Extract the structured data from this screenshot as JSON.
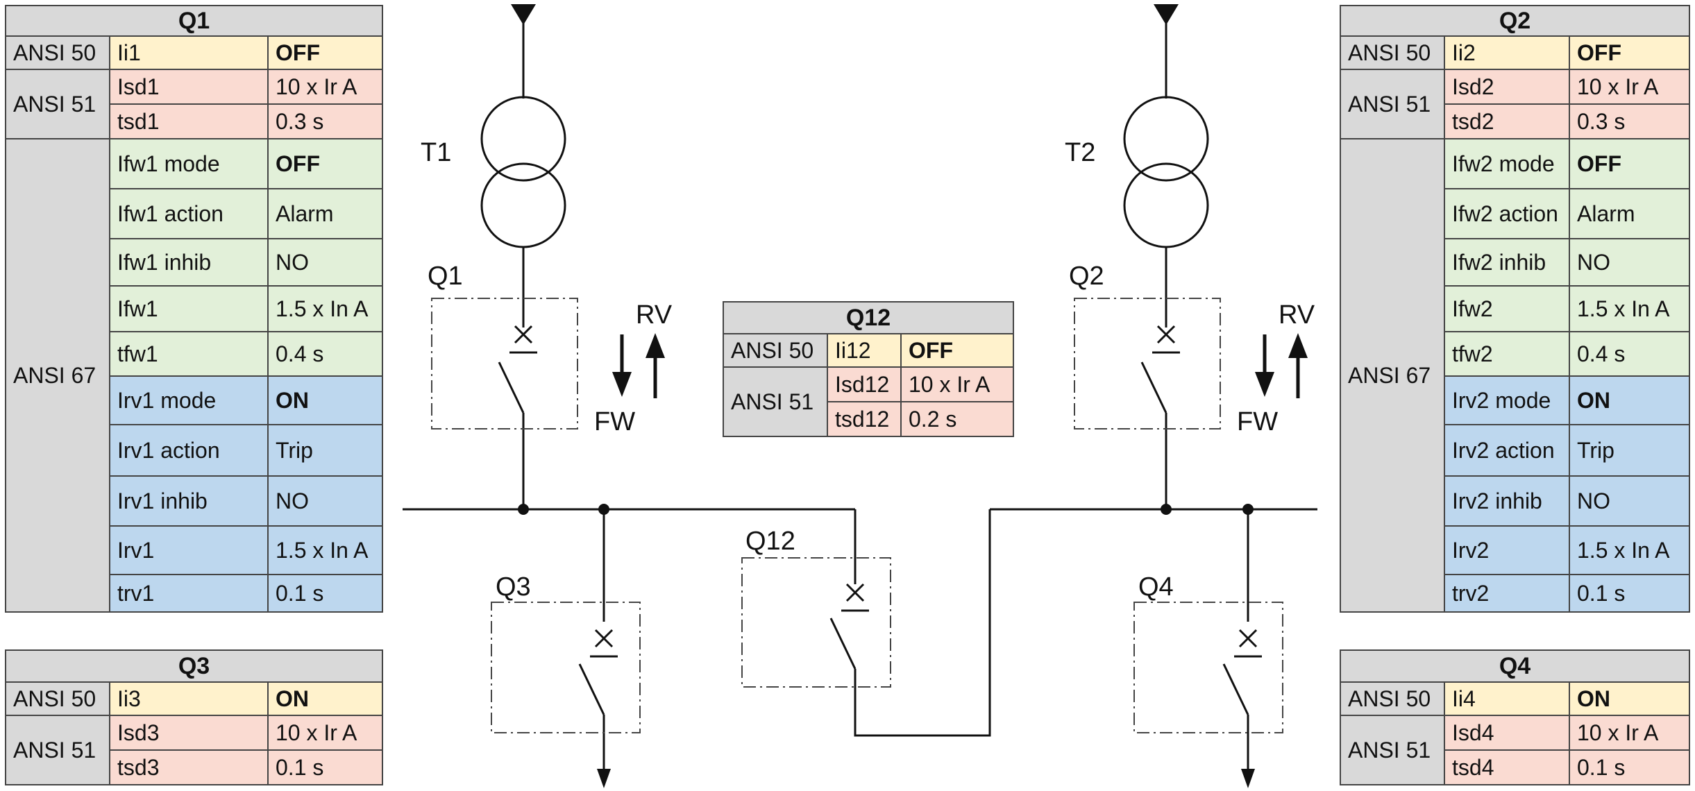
{
  "tables": {
    "q1": {
      "title": "Q1",
      "ansi50": {
        "group": "ANSI 50",
        "label": "Ii1",
        "value": "OFF"
      },
      "ansi51": {
        "group": "ANSI 51",
        "rows": [
          {
            "label": "Isd1",
            "value": "10 x Ir A"
          },
          {
            "label": "tsd1",
            "value": "0.3 s"
          }
        ]
      },
      "ansi67": {
        "group": "ANSI 67",
        "rows": [
          {
            "label": "Ifw1 mode",
            "value": "OFF"
          },
          {
            "label": "Ifw1 action",
            "value": "Alarm"
          },
          {
            "label": "Ifw1 inhib",
            "value": "NO"
          },
          {
            "label": "Ifw1",
            "value": "1.5 x In A"
          },
          {
            "label": "tfw1",
            "value": "0.4 s"
          },
          {
            "label": "Irv1 mode",
            "value": "ON"
          },
          {
            "label": "Irv1 action",
            "value": "Trip"
          },
          {
            "label": "Irv1 inhib",
            "value": "NO"
          },
          {
            "label": "Irv1",
            "value": "1.5 x In A"
          },
          {
            "label": "trv1",
            "value": "0.1 s"
          }
        ]
      }
    },
    "q2": {
      "title": "Q2",
      "ansi50": {
        "group": "ANSI 50",
        "label": "Ii2",
        "value": "OFF"
      },
      "ansi51": {
        "group": "ANSI 51",
        "rows": [
          {
            "label": "Isd2",
            "value": "10 x Ir A"
          },
          {
            "label": "tsd2",
            "value": "0.3 s"
          }
        ]
      },
      "ansi67": {
        "group": "ANSI 67",
        "rows": [
          {
            "label": "Ifw2 mode",
            "value": "OFF"
          },
          {
            "label": "Ifw2 action",
            "value": "Alarm"
          },
          {
            "label": "Ifw2 inhib",
            "value": "NO"
          },
          {
            "label": "Ifw2",
            "value": "1.5 x In A"
          },
          {
            "label": "tfw2",
            "value": "0.4 s"
          },
          {
            "label": "Irv2 mode",
            "value": "ON"
          },
          {
            "label": "Irv2 action",
            "value": "Trip"
          },
          {
            "label": "Irv2 inhib",
            "value": "NO"
          },
          {
            "label": "Irv2",
            "value": "1.5 x In A"
          },
          {
            "label": "trv2",
            "value": "0.1 s"
          }
        ]
      }
    },
    "q3": {
      "title": "Q3",
      "ansi50": {
        "group": "ANSI 50",
        "label": "Ii3",
        "value": "ON"
      },
      "ansi51": {
        "group": "ANSI 51",
        "rows": [
          {
            "label": "Isd3",
            "value": "10 x Ir A"
          },
          {
            "label": "tsd3",
            "value": "0.1 s"
          }
        ]
      }
    },
    "q4": {
      "title": "Q4",
      "ansi50": {
        "group": "ANSI 50",
        "label": "Ii4",
        "value": "ON"
      },
      "ansi51": {
        "group": "ANSI 51",
        "rows": [
          {
            "label": "Isd4",
            "value": "10 x Ir A"
          },
          {
            "label": "tsd4",
            "value": "0.1 s"
          }
        ]
      }
    },
    "q12": {
      "title": "Q12",
      "ansi50": {
        "group": "ANSI 50",
        "label": "Ii12",
        "value": "OFF"
      },
      "ansi51": {
        "group": "ANSI 51",
        "rows": [
          {
            "label": "Isd12",
            "value": "10 x Ir A"
          },
          {
            "label": "tsd12",
            "value": "0.2 s"
          }
        ]
      }
    }
  },
  "diagram": {
    "labels": {
      "t1": "T1",
      "t2": "T2",
      "q1": "Q1",
      "q2": "Q2",
      "q3": "Q3",
      "q4": "Q4",
      "q12": "Q12",
      "rv_left": "RV",
      "fw_left": "FW",
      "rv_right": "RV",
      "fw_right": "FW"
    }
  }
}
